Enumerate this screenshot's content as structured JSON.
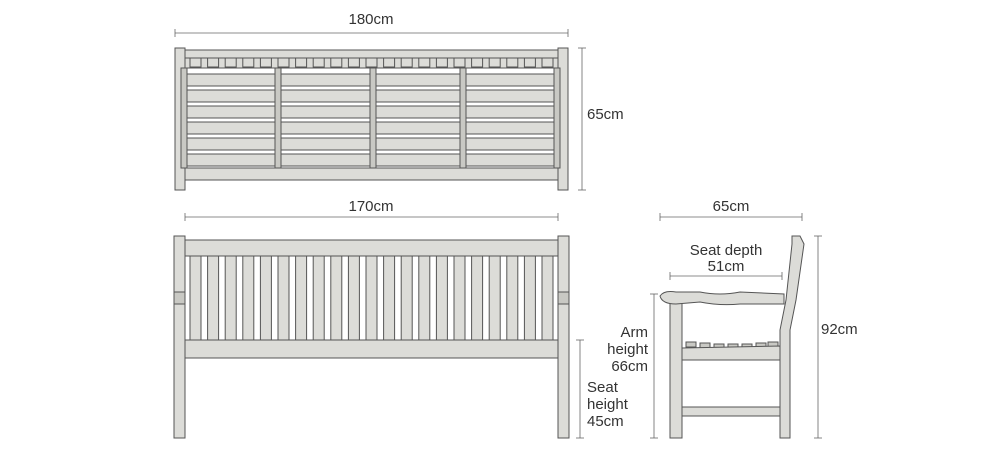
{
  "dimensions": {
    "top_width": "180cm",
    "top_depth": "65cm",
    "front_width": "170cm",
    "side_depth": "65cm",
    "seat_depth_label": "Seat depth",
    "seat_depth_value": "51cm",
    "arm_height_label_1": "Arm",
    "arm_height_label_2": "height",
    "arm_height_value": "66cm",
    "seat_height_label_1": "Seat",
    "seat_height_label_2": "height",
    "seat_height_value": "45cm",
    "total_height": "92cm"
  },
  "colors": {
    "wood": "#dcdcd8",
    "outline": "#555555",
    "text": "#333333"
  }
}
